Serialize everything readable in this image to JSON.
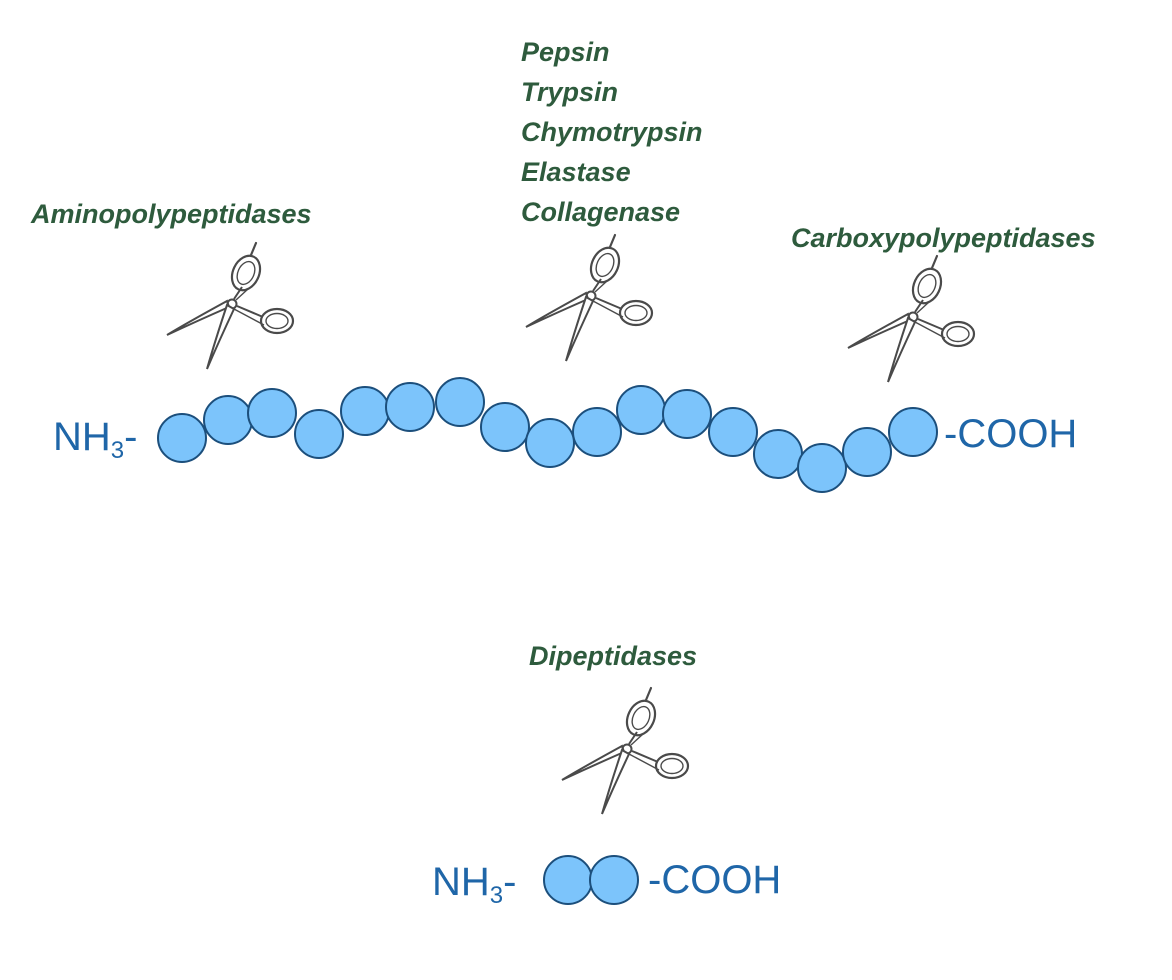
{
  "enzymes": {
    "amino": "Aminopolypeptidases",
    "endo": [
      "Pepsin",
      "Trypsin",
      "Chymotrypsin",
      "Elastase",
      "Collagenase"
    ],
    "carboxy": "Carboxypolypeptidases",
    "dipeptidase": "Dipeptidases"
  },
  "chain": {
    "n_prefix": "NH",
    "n_sub": "3",
    "n_suffix": "-",
    "c_terminus": "-COOH",
    "residue_count": 17
  },
  "dipeptide": {
    "n_prefix": "NH",
    "n_sub": "3",
    "n_suffix": "-",
    "c_terminus": "-COOH",
    "residue_count": 2
  },
  "icons": [
    "scissors-icon"
  ],
  "colors": {
    "residue_fill": "#7cc4fb",
    "residue_stroke": "#1c4f7c",
    "terminus_text": "#1f66a8",
    "enzyme_text": "#2e5b3d",
    "scissors_stroke": "#4a4a4a"
  }
}
